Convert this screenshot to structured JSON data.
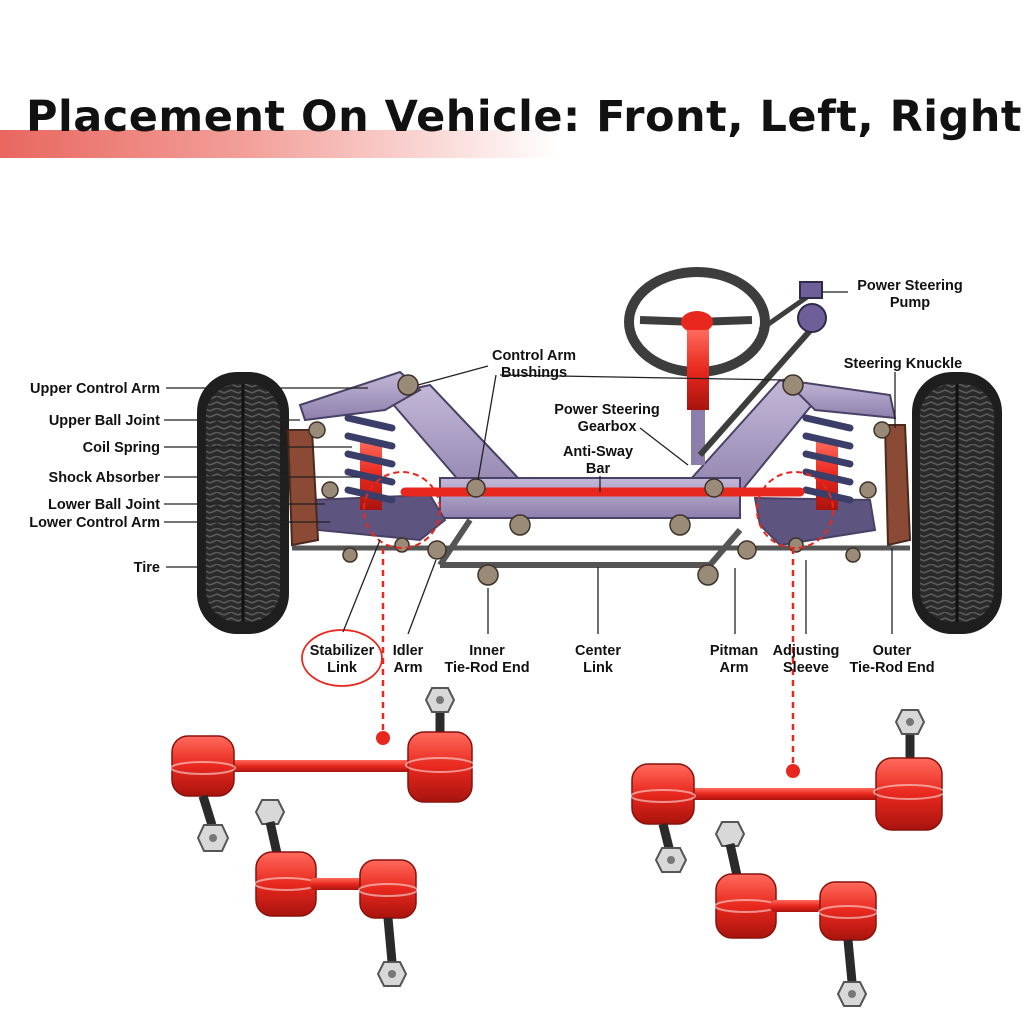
{
  "title": "Placement On Vehicle: Front, Left, Right",
  "labels": {
    "upper_control_arm": "Upper Control Arm",
    "upper_ball_joint": "Upper Ball Joint",
    "coil_spring": "Coil Spring",
    "shock_absorber": "Shock Absorber",
    "lower_ball_joint": "Lower Ball Joint",
    "lower_control_arm": "Lower Control Arm",
    "tire": "Tire",
    "control_arm_bushings_1": "Control Arm",
    "control_arm_bushings_2": "Bushings",
    "power_steering_pump_1": "Power Steering",
    "power_steering_pump_2": "Pump",
    "steering_knuckle": "Steering Knuckle",
    "power_steering_gearbox_1": "Power Steering",
    "power_steering_gearbox_2": "Gearbox",
    "anti_sway_bar_1": "Anti-Sway",
    "anti_sway_bar_2": "Bar",
    "stabilizer_link_1": "Stabilizer",
    "stabilizer_link_2": "Link",
    "idler_arm_1": "Idler",
    "idler_arm_2": "Arm",
    "inner_tie_rod_1": "Inner",
    "inner_tie_rod_2": "Tie-Rod End",
    "center_link_1": "Center",
    "center_link_2": "Link",
    "pitman_arm_1": "Pitman",
    "pitman_arm_2": "Arm",
    "adjusting_sleeve_1": "Adjusting",
    "adjusting_sleeve_2": "Sleeve",
    "outer_tie_rod_1": "Outer",
    "outer_tie_rod_2": "Tie-Rod End"
  },
  "colors": {
    "accent_red": "#e8281e",
    "frame_purple": "#a99bc2",
    "dark_purple": "#4a4266",
    "tire_black": "#1e1e1e"
  }
}
